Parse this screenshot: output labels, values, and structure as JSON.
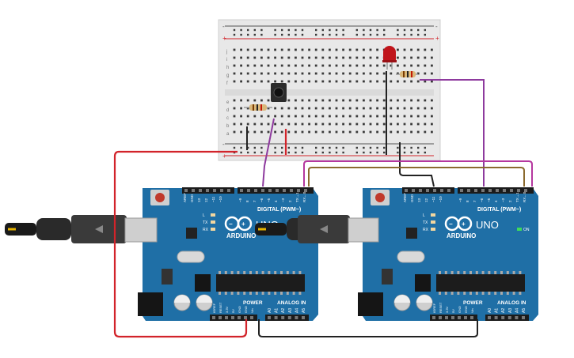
{
  "breadboard": {
    "rail_minus": "-",
    "rail_plus": "+",
    "row_letters_top": [
      "j",
      "i",
      "h",
      "g",
      "f"
    ],
    "row_letters_bottom": [
      "e",
      "d",
      "c",
      "b",
      "a"
    ],
    "column_count": 30
  },
  "boards": [
    {
      "id": "left",
      "brand": "ARDUINO",
      "model": "UNO",
      "digital_label": "DIGITAL (PWM~)",
      "power_label": "POWER",
      "analog_label": "ANALOG IN",
      "power_pins": [
        "IOREF",
        "RESET",
        "3.3V",
        "5V",
        "GND",
        "GND",
        "Vin"
      ],
      "analog_pins": [
        "A0",
        "A1",
        "A2",
        "A3",
        "A4",
        "A5"
      ],
      "top_pins": [
        "AREF",
        "GND",
        "13",
        "12",
        "~11",
        "~10",
        "~9",
        "8",
        "7",
        "~6",
        "~5",
        "4",
        "~3",
        "2",
        "TX→1",
        "RX←0"
      ],
      "led_labels": [
        "L",
        "TX",
        "RX"
      ]
    },
    {
      "id": "right",
      "brand": "ARDUINO",
      "model": "UNO",
      "on_label": "ON",
      "digital_label": "DIGITAL (PWM~)",
      "power_label": "POWER",
      "analog_label": "ANALOG IN",
      "power_pins": [
        "IOREF",
        "RESET",
        "3.3V",
        "5V",
        "GND",
        "GND",
        "Vin"
      ],
      "analog_pins": [
        "A0",
        "A1",
        "A2",
        "A3",
        "A4",
        "A5"
      ],
      "top_pins": [
        "AREF",
        "GND",
        "13",
        "12",
        "~11",
        "~10",
        "~9",
        "8",
        "7",
        "~6",
        "~5",
        "4",
        "~3",
        "2",
        "TX→1",
        "RX←0"
      ],
      "led_labels": [
        "L",
        "TX",
        "RX"
      ]
    }
  ],
  "colors": {
    "board_blue": "#1f6fa6",
    "wire_red": "#d2232a",
    "wire_purple": "#8e3a9e",
    "wire_brown": "#8b6a2e",
    "wire_black": "#222222",
    "wire_magenta": "#b5379f",
    "led_red": "#c0151b"
  },
  "components": {
    "icons": [
      "led-icon",
      "pushbutton-icon",
      "resistor-icon",
      "usb-cable-icon",
      "reset-button-icon"
    ]
  }
}
